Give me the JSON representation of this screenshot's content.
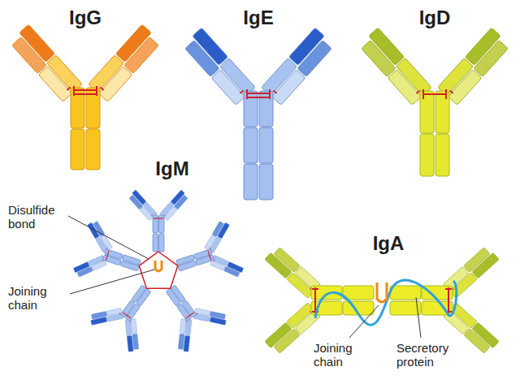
{
  "diagram": {
    "labels": [
      "IgG",
      "IgE",
      "IgD",
      "IgM",
      "Disulfide bond",
      "Joining chain",
      "IgA",
      "Joining chain",
      "Secretory protein"
    ]
  }
}
